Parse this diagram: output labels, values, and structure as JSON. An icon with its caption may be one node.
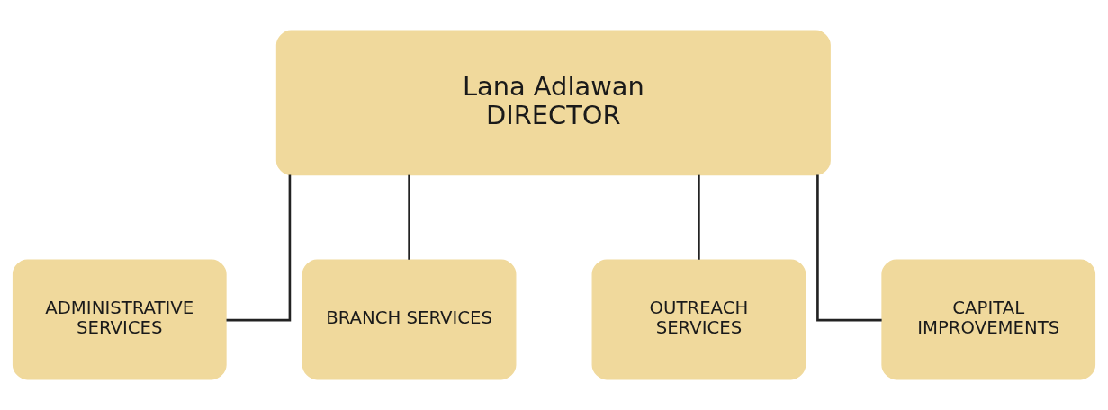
{
  "diagram": {
    "nodes": [
      {
        "text": [
          "Lana Adlawan",
          "DIRECTOR"
        ]
      },
      {
        "text": [
          "ADMINISTRATIVE SERVICES"
        ]
      },
      {
        "text": [
          "BRANCH SERVICES"
        ]
      },
      {
        "text": [
          "OUTREACH SERVICES"
        ]
      },
      {
        "text": [
          "CAPITAL IMPROVEMENTS"
        ]
      }
    ],
    "edges": [
      {
        "from": 0,
        "to": 1,
        "arrow": "none"
      },
      {
        "from": 0,
        "to": 2,
        "arrow": "none"
      },
      {
        "from": 0,
        "to": 3,
        "arrow": "none"
      },
      {
        "from": 0,
        "to": 4,
        "arrow": "none"
      }
    ]
  }
}
